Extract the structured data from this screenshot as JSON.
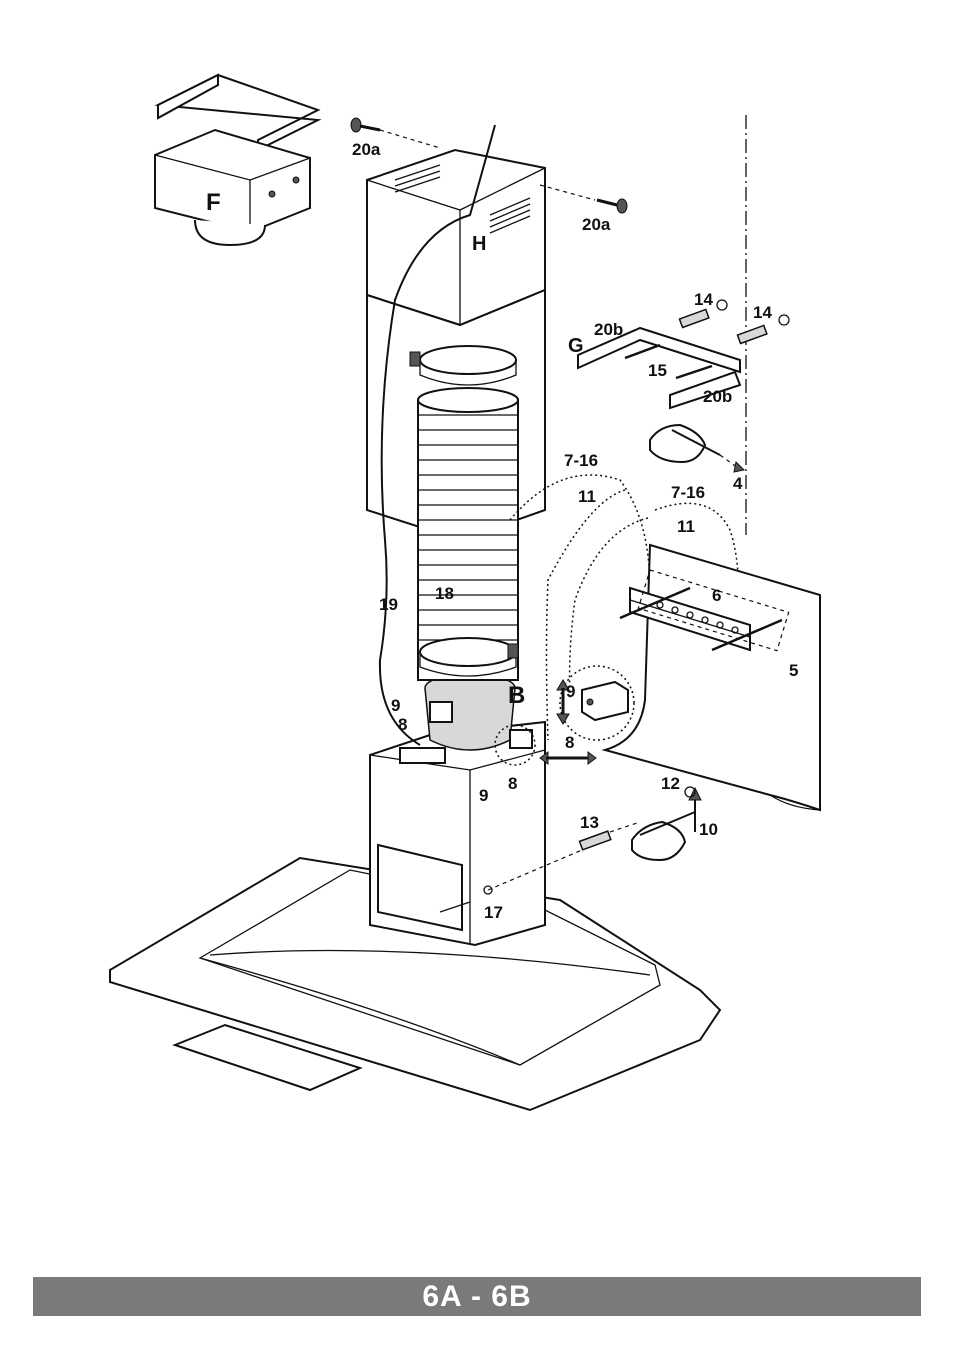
{
  "labels": {
    "F": "F",
    "H": "H",
    "G": "G",
    "B": "B",
    "20a_top": "20a",
    "20a_right": "20a",
    "20b_top": "20b",
    "20b_bottom": "20b",
    "14_left": "14",
    "14_right": "14",
    "15": "15",
    "4": "4",
    "7-16_a": "7-16",
    "7-16_b": "7-16",
    "11_a": "11",
    "11_b": "11",
    "6": "6",
    "5": "5",
    "19": "19",
    "18": "18",
    "9_a": "9",
    "8_a": "8",
    "9_b": "9",
    "8_b": "8",
    "9_c": "9",
    "8_c": "8",
    "12": "12",
    "10": "10",
    "13": "13",
    "17": "17"
  },
  "footer": {
    "title": "6A - 6B",
    "bar_color": "#7a7a7a"
  }
}
